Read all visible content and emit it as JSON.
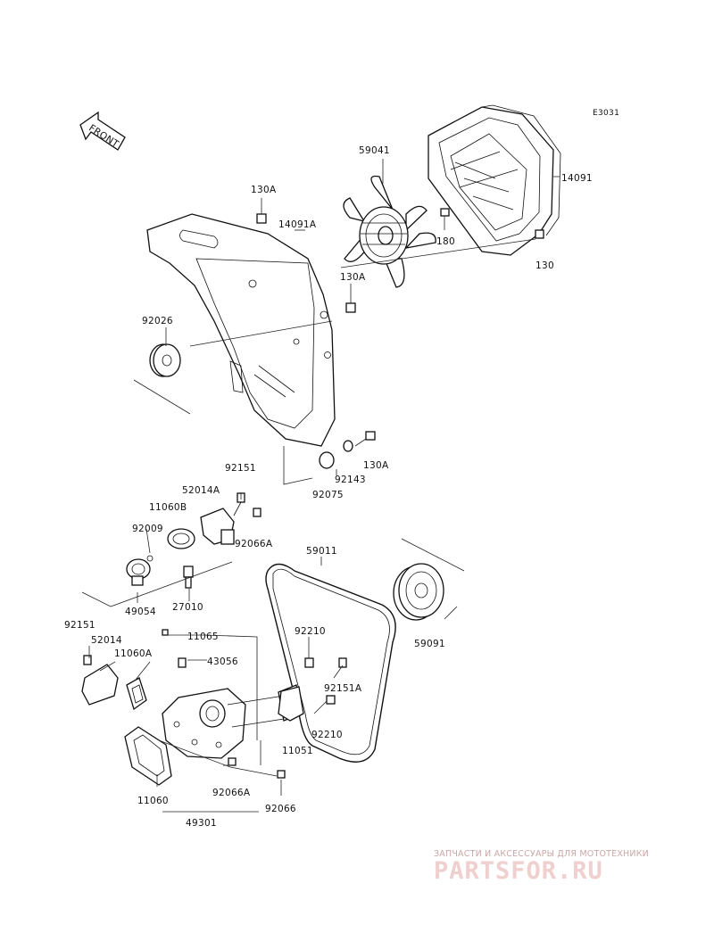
{
  "diagram_code": "E3031",
  "front_label": "FRONT",
  "parts": {
    "p14091": "14091",
    "p59041": "59041",
    "p130A_top": "130A",
    "p14091A": "14091A",
    "p180": "180",
    "p130": "130",
    "p130A_mid": "130A",
    "p92026": "92026",
    "p92151_upper": "92151",
    "p52014A": "52014A",
    "p11060B": "11060B",
    "p92009": "92009",
    "p92066A_upper": "92066A",
    "p27010": "27010",
    "p49054": "49054",
    "p92075": "92075",
    "p92143": "92143",
    "p130A_low": "130A",
    "p59011": "59011",
    "p59091": "59091",
    "p92151_lower": "92151",
    "p52014": "52014",
    "p11065": "11065",
    "p11060A": "11060A",
    "p43056": "43056",
    "p92210_upper": "92210",
    "p92151A": "92151A",
    "p92210_lower": "92210",
    "p11051": "11051",
    "p11060": "11060",
    "p92066A_lower": "92066A",
    "p92066": "92066",
    "p49301": "49301"
  },
  "watermark": {
    "caption": "ЗАПЧАСТИ И АКСЕССУАРЫ ДЛЯ МОТОТЕХНИКИ",
    "logo": "PARTSFOR.RU"
  }
}
